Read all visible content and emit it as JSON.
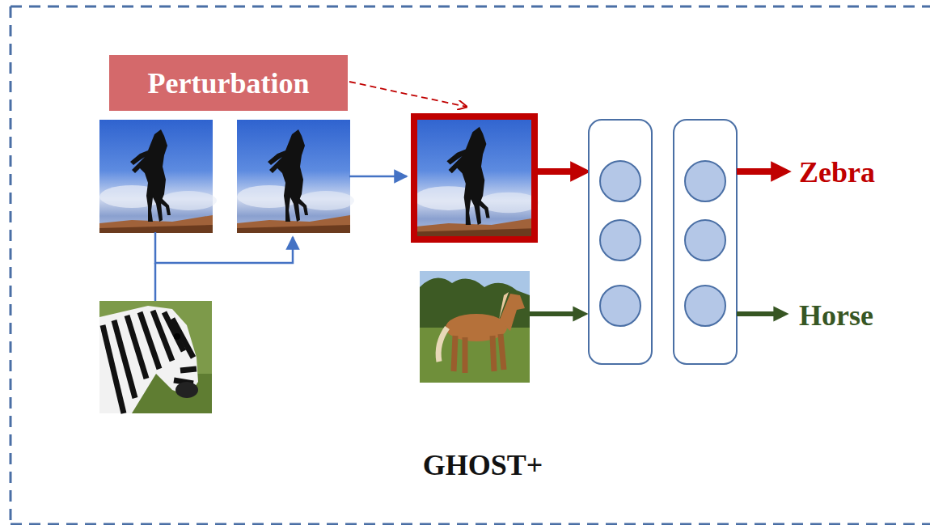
{
  "diagram": {
    "caption": "GHOST+",
    "nodes": [
      {
        "text": [
          "Perturbation"
        ]
      }
    ],
    "labels": [
      "Zebra",
      "Horse"
    ]
  }
}
